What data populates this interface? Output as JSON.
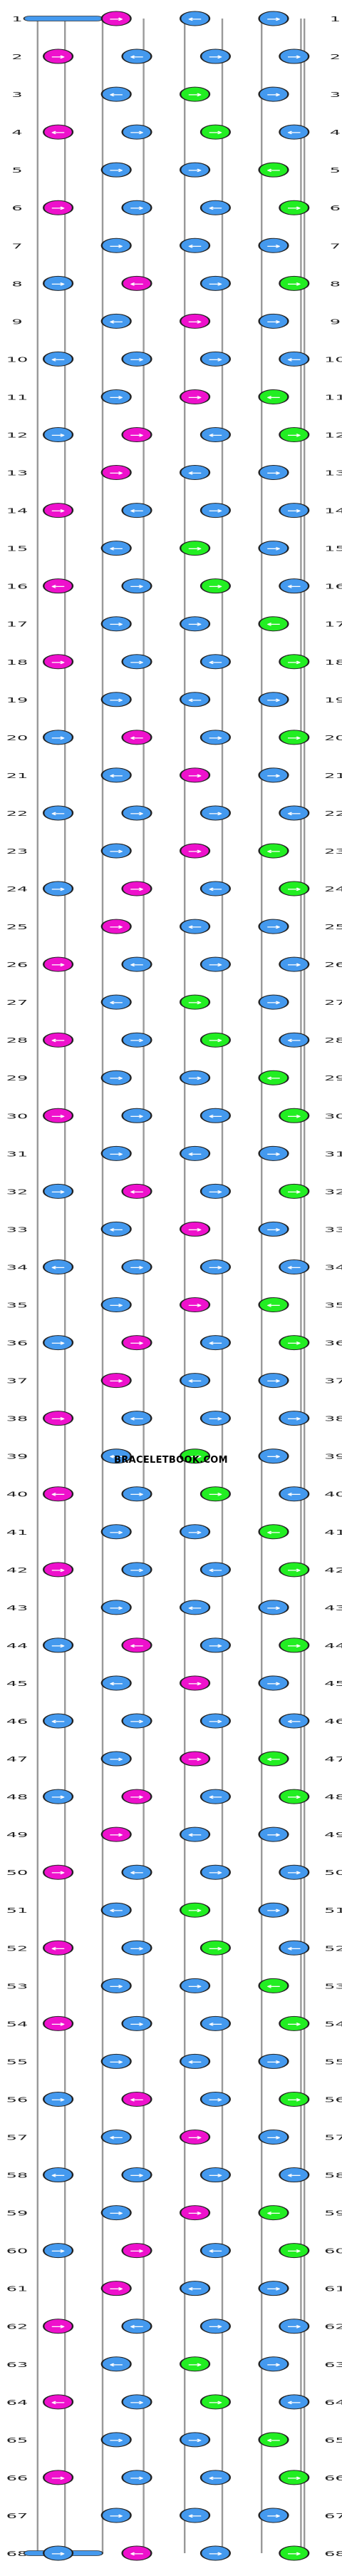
{
  "colors": {
    "thread_a": "#ee11cc",
    "thread_b": "#4499ee",
    "thread_c": "#22ee22",
    "background": "#ffffff"
  },
  "pattern": {
    "strings": 8,
    "rows": 68,
    "row_labels": [
      "1",
      "2",
      "3",
      "4",
      "5",
      "6",
      "7",
      "8",
      "9",
      "10",
      "11",
      "12",
      "13",
      "14",
      "15",
      "16",
      "17",
      "18",
      "19",
      "20",
      "21",
      "22",
      "23",
      "24",
      "25",
      "26",
      "27",
      "28",
      "29",
      "30",
      "31",
      "32",
      "33",
      "34",
      "35",
      "36",
      "37",
      "38",
      "39",
      "40",
      "41",
      "42",
      "43",
      "44",
      "45",
      "46",
      "47",
      "48",
      "49",
      "50",
      "51",
      "52",
      "53",
      "54",
      "55",
      "56",
      "57",
      "58",
      "59",
      "60",
      "61",
      "62",
      "63",
      "64",
      "65",
      "66",
      "67",
      "68"
    ],
    "string_colors_top": [
      "b",
      "a",
      "a",
      "b",
      "b",
      "c",
      "c",
      "b"
    ],
    "knot_symbols": {
      "forward": "→",
      "backward": "←",
      "forward_backward": "↱",
      "backward_forward": "↲"
    }
  },
  "watermark": {
    "text": "BRACELETBOOK.COM"
  }
}
